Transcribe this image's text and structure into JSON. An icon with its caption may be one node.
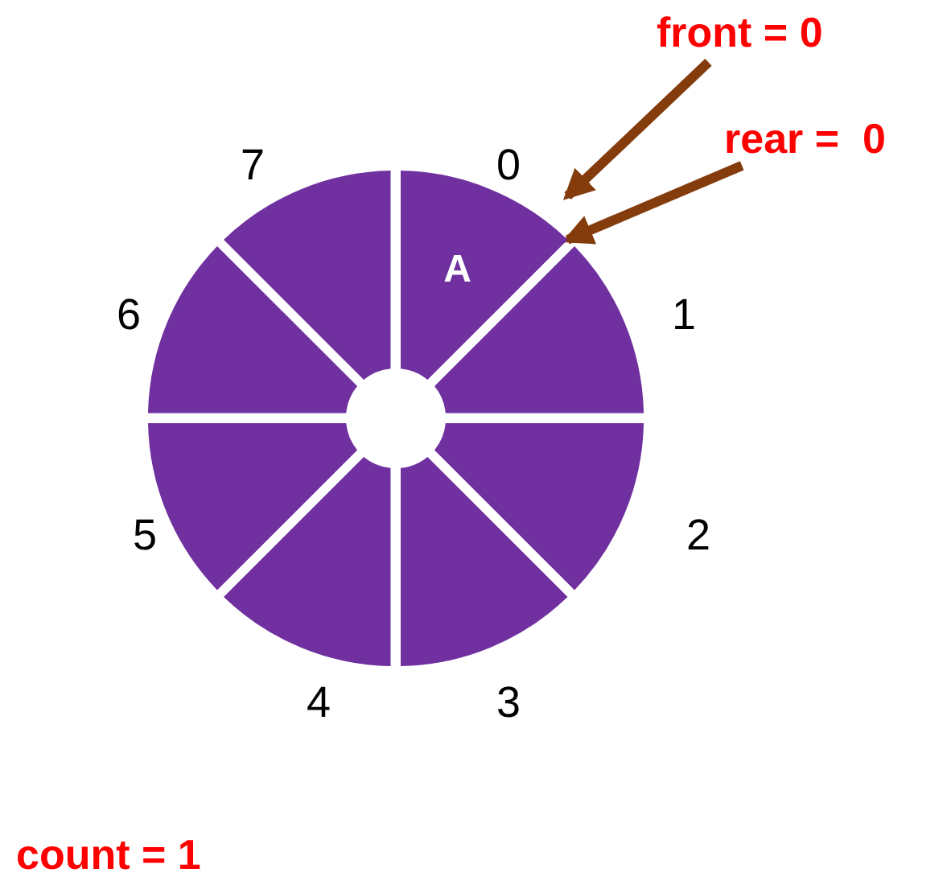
{
  "diagram": {
    "nodes": [
      {
        "text": [
          "A"
        ],
        "beside": [
          "0"
        ]
      },
      {
        "text": [],
        "shape": "sector",
        "beside": [
          "1"
        ]
      },
      {
        "text": [],
        "shape": "sector",
        "beside": [
          "2"
        ]
      },
      {
        "text": [],
        "shape": "sector",
        "beside": [
          "3"
        ]
      },
      {
        "text": [],
        "shape": "sector",
        "beside": [
          "4"
        ]
      },
      {
        "text": [],
        "shape": "sector",
        "beside": [
          "5"
        ]
      },
      {
        "text": [],
        "shape": "sector",
        "beside": [
          "6"
        ]
      },
      {
        "text": [],
        "shape": "sector",
        "beside": [
          "7"
        ]
      },
      {
        "text": [
          "front = 0"
        ]
      },
      {
        "text": [
          "rear =  0"
        ]
      }
    ],
    "edges": [
      {
        "from": 8,
        "to": 0,
        "arrow": "to"
      },
      {
        "from": 9,
        "to": 0,
        "arrow": "to"
      }
    ],
    "labels": [
      "count = 1"
    ]
  }
}
